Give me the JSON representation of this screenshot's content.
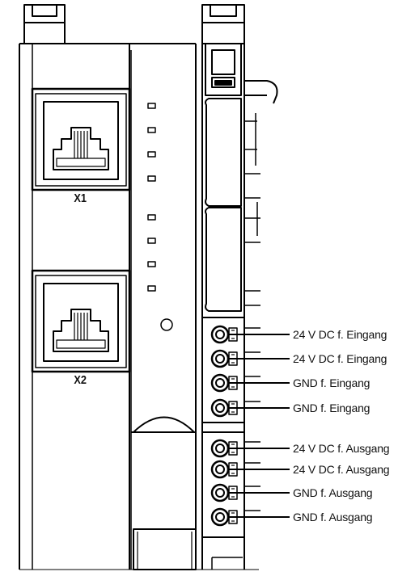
{
  "ports": [
    {
      "label": "X1"
    },
    {
      "label": "X2"
    }
  ],
  "terminals": [
    {
      "label": "24 V DC f. Eingang"
    },
    {
      "label": "24 V DC f. Eingang"
    },
    {
      "label": "GND f. Eingang"
    },
    {
      "label": "GND f. Eingang"
    },
    {
      "label": "24 V DC f. Ausgang"
    },
    {
      "label": "24 V DC f. Ausgang"
    },
    {
      "label": "GND f. Ausgang"
    },
    {
      "label": "GND f. Ausgang"
    }
  ],
  "colors": {
    "stroke": "#000000",
    "fill": "#ffffff",
    "shade": "#e8e8e8"
  }
}
